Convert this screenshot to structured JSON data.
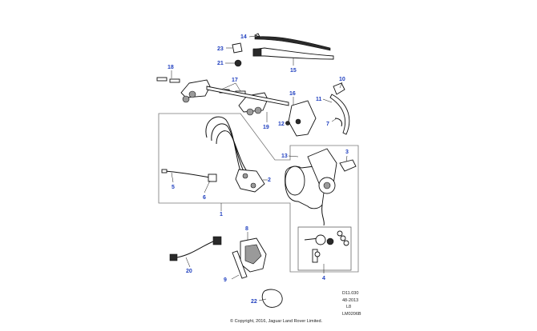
{
  "callouts": {
    "c1": "1",
    "c2": "2",
    "c3": "3",
    "c4": "4",
    "c5": "5",
    "c6": "6",
    "c7": "7",
    "c8": "8",
    "c9": "9",
    "c10": "10",
    "c11": "11",
    "c12": "12",
    "c13": "13",
    "c14": "14",
    "c15": "15",
    "c16": "16",
    "c17": "17",
    "c18": "18",
    "c19": "19",
    "c20": "20",
    "c21": "21",
    "c22": "22",
    "c23": "23"
  },
  "footer": {
    "ref_line1": "D11.030",
    "ref_line2": "48-2013",
    "ref_line3": "L8",
    "ref_line4": "LM0206B",
    "copyright": "© Copyright, 2016, Jaguar Land Rover Limited."
  },
  "colors": {
    "callout": "#1f3fbf",
    "line": "#111111"
  }
}
